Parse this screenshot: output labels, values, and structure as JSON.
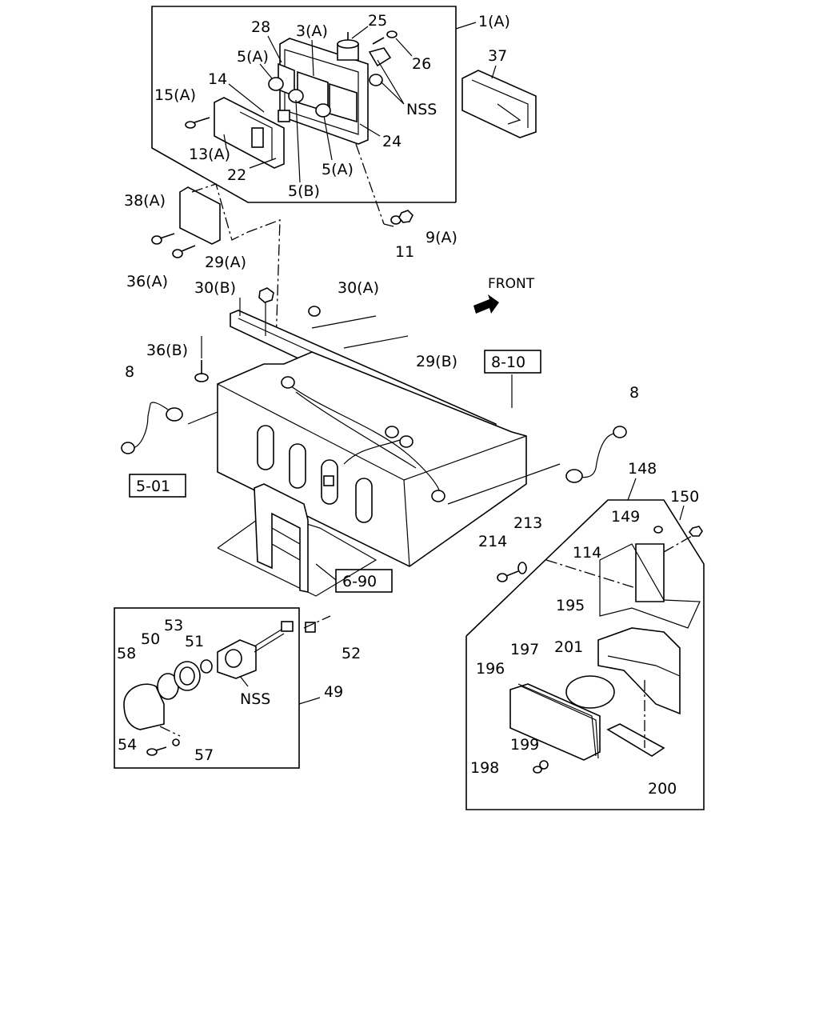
{
  "labels": {
    "l_1a": "1(A)",
    "l_28": "28",
    "l_3a": "3(A)",
    "l_25": "25",
    "l_26": "26",
    "l_37": "37",
    "l_5a_1": "5(A)",
    "l_14": "14",
    "l_15a": "15(A)",
    "l_nss_1": "NSS",
    "l_24": "24",
    "l_13a": "13(A)",
    "l_5a_2": "5(A)",
    "l_22": "22",
    "l_5b": "5(B)",
    "l_38a": "38(A)",
    "l_9a": "9(A)",
    "l_11": "11",
    "l_29a": "29(A)",
    "l_36a": "36(A)",
    "l_30b": "30(B)",
    "l_30a": "30(A)",
    "l_front": "FRONT",
    "l_36b": "36(B)",
    "l_29b": "29(B)",
    "l_8_1": "8",
    "l_8_2": "8",
    "l_148": "148",
    "l_149": "149",
    "l_150": "150",
    "l_213": "213",
    "l_214": "214",
    "l_114": "114",
    "l_195": "195",
    "l_197": "197",
    "l_201": "201",
    "l_196": "196",
    "l_199": "199",
    "l_198": "198",
    "l_200": "200",
    "l_53": "53",
    "l_50": "50",
    "l_51": "51",
    "l_58": "58",
    "l_52": "52",
    "l_nss_2": "NSS",
    "l_49": "49",
    "l_54": "54",
    "l_57": "57"
  },
  "refs": {
    "r_8_10": "8-10",
    "r_5_01": "5-01",
    "r_6_90": "6-90"
  }
}
